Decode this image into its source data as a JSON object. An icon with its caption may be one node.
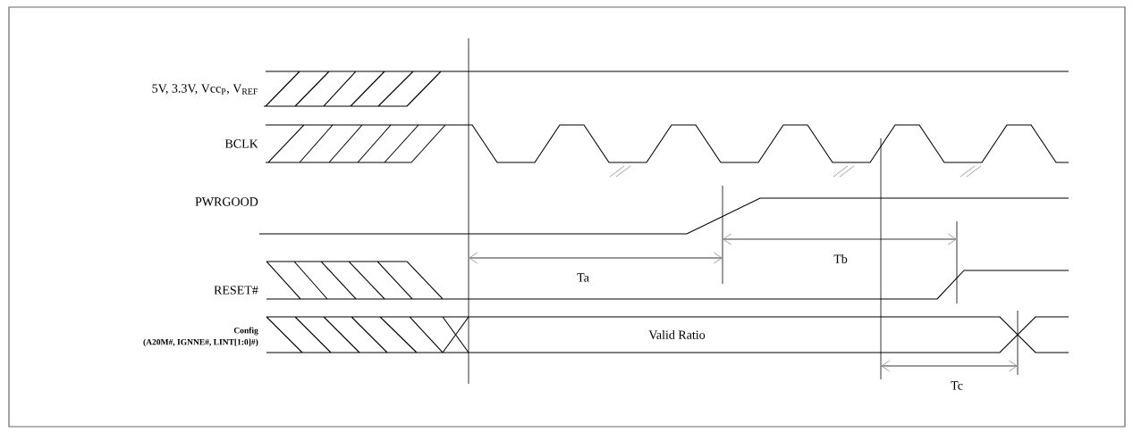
{
  "diagram": {
    "labels": [
      "5V, 3.3V, Vcc$_{P}$, V$_{REF}$",
      "BCLK",
      "PWRGOOD",
      "Tb",
      "Ta",
      "RESET#",
      "Config",
      "(A20M#, IGNNE#, LINT[1:0]#)",
      "Valid Ratio",
      "Tc"
    ]
  }
}
